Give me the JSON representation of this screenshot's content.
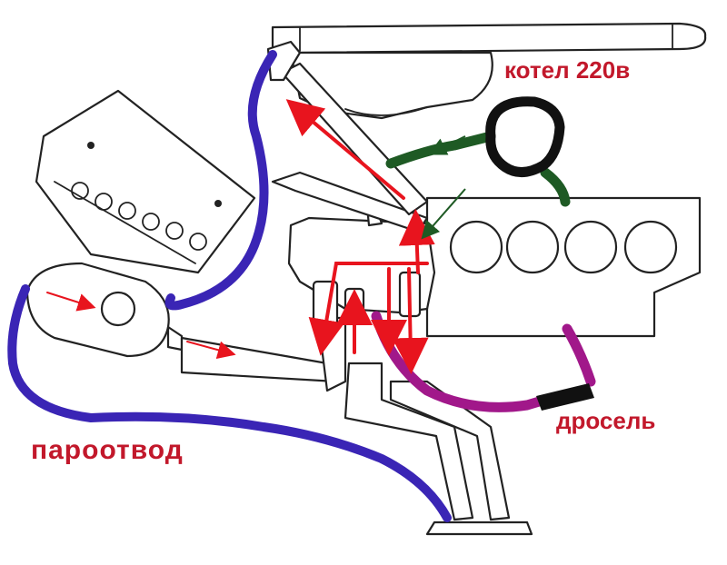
{
  "labels": {
    "boiler": "котел 220в",
    "throttle": "дросель",
    "vapor_vent": "пароотвод"
  },
  "colors": {
    "label_text": "#c2182b",
    "hose_blue": "#3a25b5",
    "hose_magenta": "#a1188a",
    "hose_green": "#1e5a24",
    "flow_red": "#e8141e",
    "line_dark": "#222222"
  },
  "icons": [
    "gear-icon",
    "x-mark-icon",
    "circle-icon"
  ]
}
